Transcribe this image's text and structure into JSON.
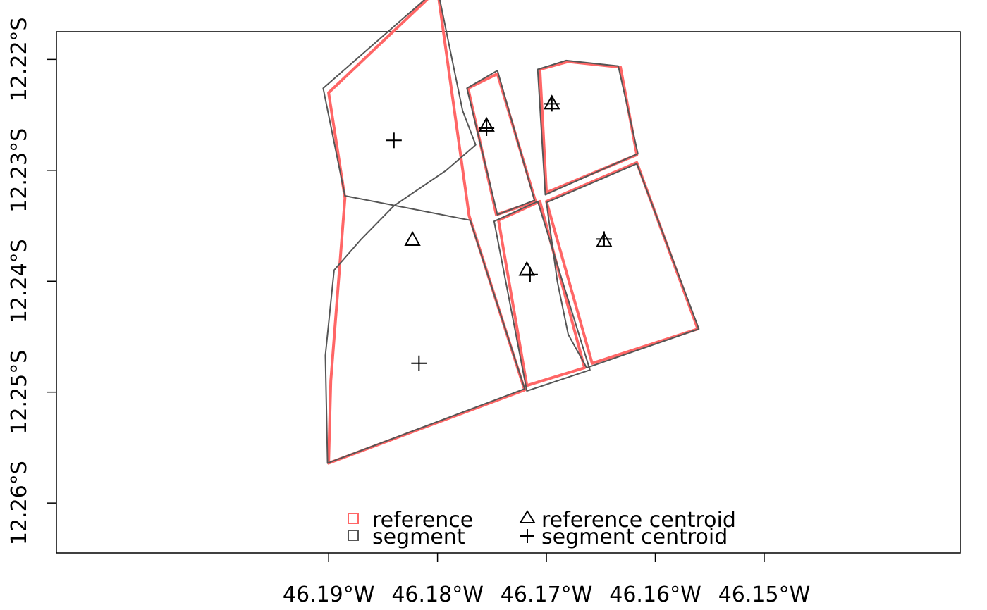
{
  "chart_data": {
    "type": "scatter",
    "title": "",
    "xlabel": "",
    "ylabel": "",
    "xlim": [
      -46.215,
      -46.132
    ],
    "ylim": [
      -12.2645,
      -12.2175
    ],
    "x_ticks": [
      {
        "value": -46.19,
        "label": "46.19°W"
      },
      {
        "value": -46.18,
        "label": "46.18°W"
      },
      {
        "value": -46.17,
        "label": "46.17°W"
      },
      {
        "value": -46.16,
        "label": "46.16°W"
      },
      {
        "value": -46.15,
        "label": "46.15°W"
      }
    ],
    "y_ticks": [
      {
        "value": -12.22,
        "label": "12.22°S"
      },
      {
        "value": -12.23,
        "label": "12.23°S"
      },
      {
        "value": -12.24,
        "label": "12.24°S"
      },
      {
        "value": -12.25,
        "label": "12.25°S"
      },
      {
        "value": -12.26,
        "label": "12.26°S"
      }
    ],
    "colors": {
      "reference": "#ff6666",
      "segment": "#555555",
      "centroid": "#000000"
    },
    "reference_polygons": [
      [
        [
          -46.19,
          -12.223
        ],
        [
          -46.18,
          -12.2137
        ],
        [
          -46.1771,
          -12.2341
        ],
        [
          -46.172,
          -12.2498
        ],
        [
          -46.19,
          -12.2564
        ],
        [
          -46.1898,
          -12.249
        ],
        [
          -46.1885,
          -12.2325
        ]
      ],
      [
        [
          -46.1772,
          -12.2226
        ],
        [
          -46.1745,
          -12.2213
        ],
        [
          -46.171,
          -12.2328
        ],
        [
          -46.1746,
          -12.234
        ]
      ],
      [
        [
          -46.1706,
          -12.2209
        ],
        [
          -46.168,
          -12.2202
        ],
        [
          -46.1632,
          -12.2207
        ],
        [
          -46.1617,
          -12.2286
        ],
        [
          -46.17,
          -12.232
        ]
      ],
      [
        [
          -46.1706,
          -12.2328
        ],
        [
          -46.1744,
          -12.2345
        ],
        [
          -46.1718,
          -12.2494
        ],
        [
          -46.1665,
          -12.2478
        ]
      ],
      [
        [
          -46.17,
          -12.2328
        ],
        [
          -46.1617,
          -12.2293
        ],
        [
          -46.1561,
          -12.2443
        ],
        [
          -46.1658,
          -12.2474
        ]
      ]
    ],
    "segment_polygons": [
      [
        [
          -46.1905,
          -12.2226
        ],
        [
          -46.18,
          -12.2136
        ],
        [
          -46.1777,
          -12.2246
        ],
        [
          -46.1765,
          -12.2277
        ],
        [
          -46.1792,
          -12.23
        ],
        [
          -46.184,
          -12.2332
        ],
        [
          -46.187,
          -12.2362
        ],
        [
          -46.1895,
          -12.239
        ],
        [
          -46.1903,
          -12.2467
        ],
        [
          -46.1901,
          -12.2564
        ],
        [
          -46.172,
          -12.2497
        ],
        [
          -46.177,
          -12.2345
        ],
        [
          -46.1885,
          -12.2323
        ]
      ],
      [
        [
          -46.1773,
          -12.2226
        ],
        [
          -46.1745,
          -12.221
        ],
        [
          -46.1711,
          -12.2327
        ],
        [
          -46.1745,
          -12.234
        ]
      ],
      [
        [
          -46.1708,
          -12.2209
        ],
        [
          -46.1682,
          -12.2201
        ],
        [
          -46.1634,
          -12.2206
        ],
        [
          -46.1616,
          -12.2285
        ],
        [
          -46.1701,
          -12.2322
        ]
      ],
      [
        [
          -46.1708,
          -12.2328
        ],
        [
          -46.1748,
          -12.2346
        ],
        [
          -46.1718,
          -12.2499
        ],
        [
          -46.166,
          -12.248
        ]
      ],
      [
        [
          -46.17,
          -12.2329
        ],
        [
          -46.1617,
          -12.2294
        ],
        [
          -46.156,
          -12.2443
        ],
        [
          -46.1663,
          -12.2478
        ],
        [
          -46.168,
          -12.2448
        ],
        [
          -46.169,
          -12.24
        ]
      ]
    ],
    "reference_centroids": [
      {
        "x": -46.1823,
        "y": -12.2363
      },
      {
        "x": -46.1755,
        "y": -12.226
      },
      {
        "x": -46.1695,
        "y": -12.224
      },
      {
        "x": -46.1718,
        "y": -12.239
      },
      {
        "x": -46.1647,
        "y": -12.2364
      }
    ],
    "segment_centroids": [
      {
        "x": -46.184,
        "y": -12.2273
      },
      {
        "x": -46.1817,
        "y": -12.2474
      },
      {
        "x": -46.1755,
        "y": -12.2262
      },
      {
        "x": -46.1695,
        "y": -12.224
      },
      {
        "x": -46.1715,
        "y": -12.2394
      },
      {
        "x": -46.1647,
        "y": -12.2362
      }
    ],
    "legend": {
      "position": "bottom",
      "items": [
        {
          "label": "reference",
          "symbol": "square",
          "color": "#ff6666"
        },
        {
          "label": "segment",
          "symbol": "square",
          "color": "#555555"
        },
        {
          "label": "reference centroid",
          "symbol": "triangle",
          "color": "#000000"
        },
        {
          "label": "segment centroid",
          "symbol": "plus",
          "color": "#000000"
        }
      ]
    }
  }
}
